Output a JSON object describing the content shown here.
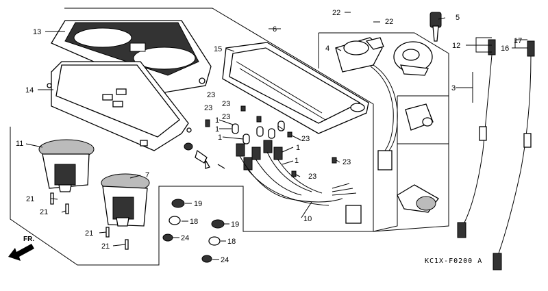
{
  "diagram": {
    "code": "KC1X-F0200 A",
    "front_label": "FR.",
    "callouts": {
      "c1a": "1",
      "c1b": "1",
      "c1c": "1",
      "c1d": "1",
      "c1e": "1",
      "c3": "3",
      "c4": "4",
      "c5": "5",
      "c6": "6",
      "c7": "7",
      "c10": "10",
      "c11": "11",
      "c12": "12",
      "c13": "13",
      "c14": "14",
      "c15": "15",
      "c16": "16",
      "c17": "17",
      "c18a": "18",
      "c18b": "18",
      "c19a": "19",
      "c19b": "19",
      "c21a": "21",
      "c21b": "21",
      "c21c": "21",
      "c21d": "21",
      "c22a": "22",
      "c22b": "22",
      "c23a": "23",
      "c23b": "23",
      "c23c": "23",
      "c23d": "23",
      "c23e": "23",
      "c23f": "23",
      "c23g": "23",
      "c24a": "24",
      "c24b": "24"
    }
  }
}
